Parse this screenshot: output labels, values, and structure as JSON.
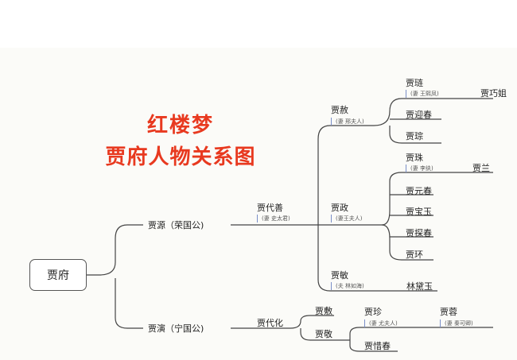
{
  "title": {
    "line1": "红楼梦",
    "line2": "贾府人物关系图"
  },
  "root": "贾府",
  "rong": {
    "name": "贾源（荣国公)",
    "daishan": {
      "name": "贾代善",
      "spouse": "(妻 史太君)"
    },
    "she": {
      "name": "贾赦",
      "spouse": "(妻 邢夫人)"
    },
    "lian": {
      "name": "贾琏",
      "spouse": "(妻 王熙凤)"
    },
    "qiaojie": "贾巧姐",
    "yingchun": "贾迎春",
    "cong": "贾琮",
    "zheng": {
      "name": "贾政",
      "spouse": "(妻王夫人)"
    },
    "zhu": {
      "name": "贾珠",
      "spouse": "(妻 李纨)"
    },
    "lan": "贾兰",
    "yuanchun": "贾元春",
    "baoyu": "贾宝玉",
    "tanchun": "贾探春",
    "huan": "贾环",
    "min": {
      "name": "贾敏",
      "spouse": "(夫 林如海)"
    },
    "daiyu": "林黛玉"
  },
  "ning": {
    "name": "贾演（宁国公)",
    "daihua": "贾代化",
    "fu": "贾敷",
    "jing": "贾敬",
    "zhen": {
      "name": "贾珍",
      "spouse": "(妻 尤夫人)"
    },
    "rong": {
      "name": "贾蓉",
      "spouse": "(妻 秦可卿)"
    },
    "xichun": "贾惜春"
  }
}
